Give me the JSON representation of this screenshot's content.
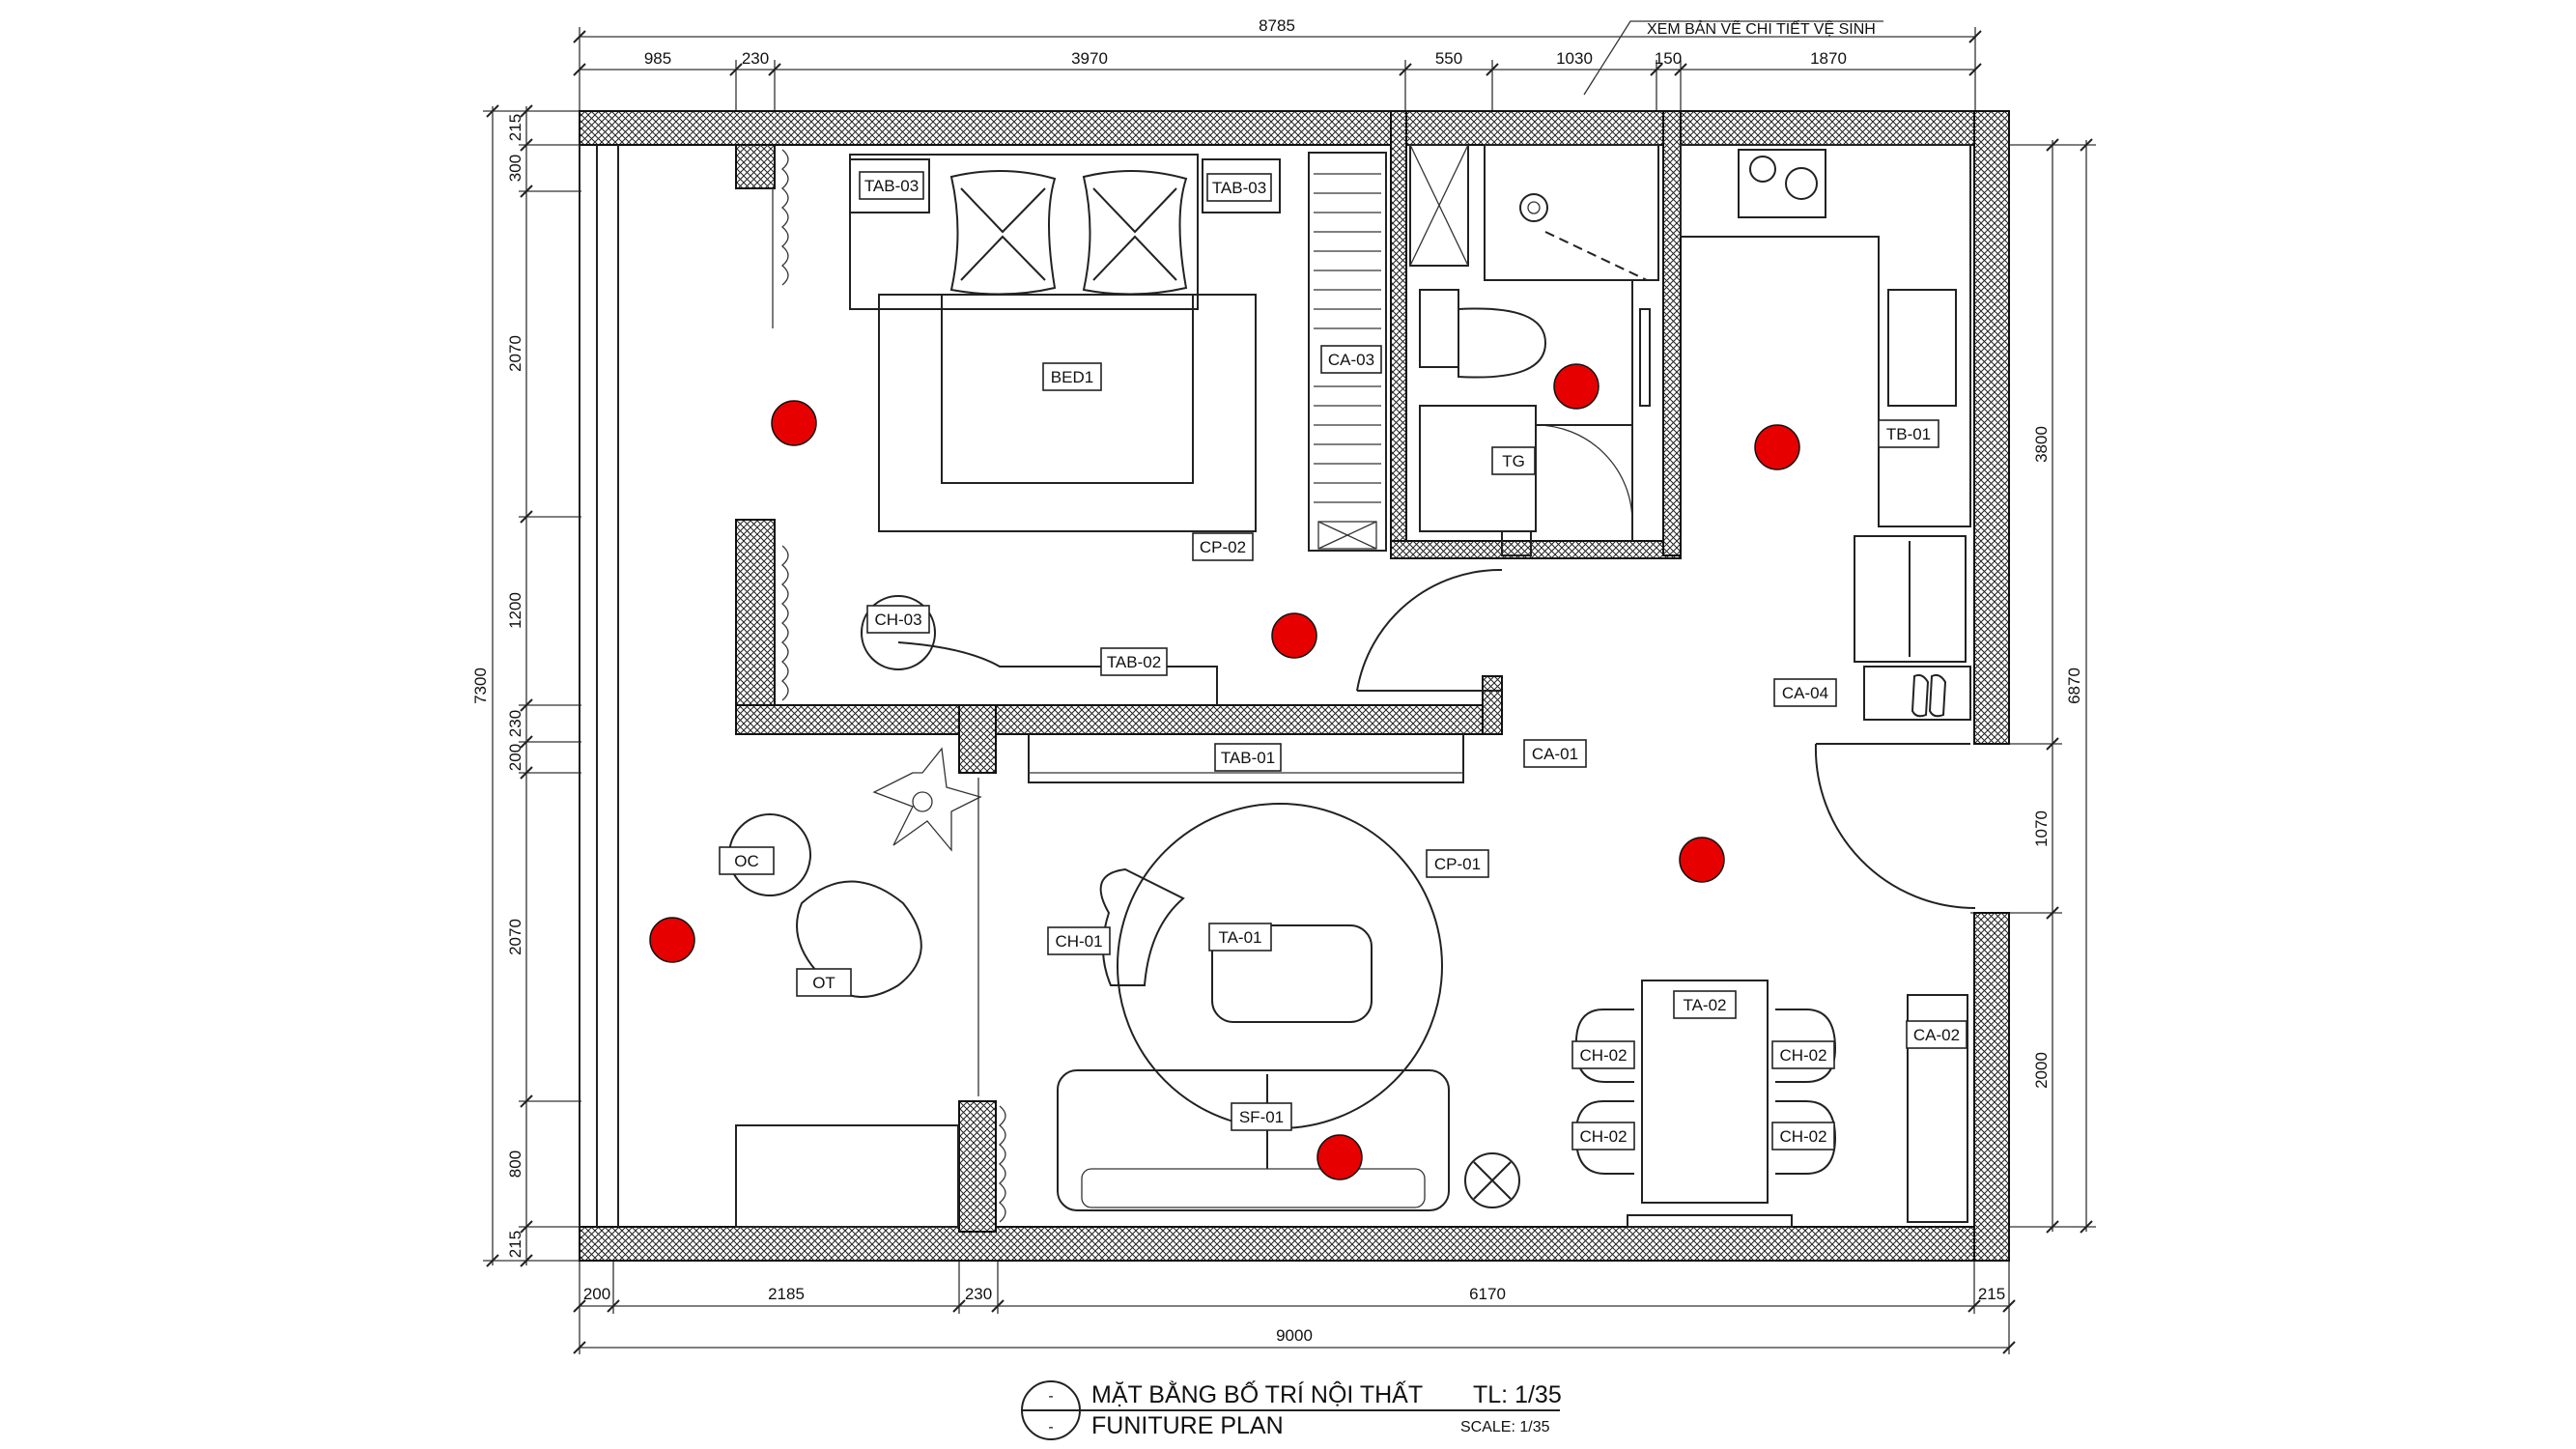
{
  "dimensions": {
    "top_total": "8785",
    "top_segments": [
      "985",
      "230",
      "3970",
      "550",
      "1030",
      "150",
      "1870"
    ],
    "bottom_total": "9000",
    "bottom_segments": [
      "200",
      "2185",
      "230",
      "6170",
      "215"
    ],
    "left_total": "7300",
    "left_segments": [
      "215",
      "300",
      "2070",
      "1200",
      "230",
      "200",
      "2070",
      "800",
      "215"
    ],
    "right_total": "6870",
    "right_segments": [
      "3800",
      "1070",
      "2000"
    ]
  },
  "note": "XEM  BẢN VẼ CHI TIẾT VỆ SINH",
  "tags": {
    "tab03a": "TAB-03",
    "tab03b": "TAB-03",
    "bed1": "BED1",
    "ca03": "CA-03",
    "tg": "TG",
    "tb01": "TB-01",
    "cp02": "CP-02",
    "ch03": "CH-03",
    "tab02": "TAB-02",
    "ca04": "CA-04",
    "tab01": "TAB-01",
    "ca01": "CA-01",
    "oc": "OC",
    "cp01": "CP-01",
    "ch01": "CH-01",
    "ta01": "TA-01",
    "ot": "OT",
    "ta02": "TA-02",
    "ca02": "CA-02",
    "ch02a": "CH-02",
    "ch02b": "CH-02",
    "ch02c": "CH-02",
    "ch02d": "CH-02",
    "sf01": "SF-01"
  },
  "title": {
    "vn": "MẶT BẰNG BỐ TRÍ NỘI THẤT",
    "en": "FUNITURE PLAN",
    "scale_vn": "TL: 1/35",
    "scale_en": "SCALE: 1/35",
    "symbol_top": "-",
    "symbol_bottom": "-"
  },
  "colors": {
    "marker": "#e60000",
    "line": "#222222"
  }
}
